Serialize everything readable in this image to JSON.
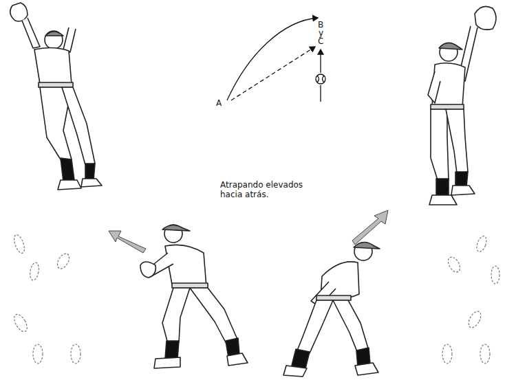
{
  "diagram": {
    "caption": "Atrapando elevados hacia atrás.",
    "labels": [
      "A",
      "B",
      "y",
      "C"
    ]
  }
}
